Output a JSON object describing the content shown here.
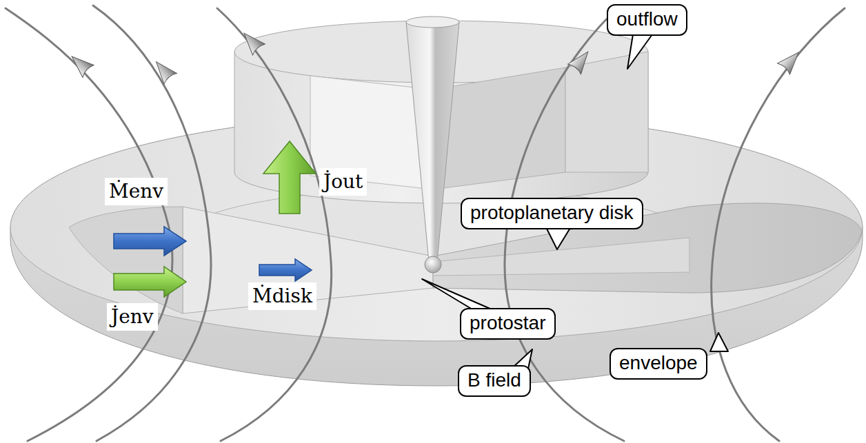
{
  "diagram": {
    "nodes": [
      {
        "text": [
          "outflow"
        ]
      },
      {
        "text": [
          "protoplanetary disk"
        ]
      },
      {
        "text": [
          "protostar"
        ]
      },
      {
        "text": [
          "B field"
        ]
      },
      {
        "text": [
          "envelope"
        ]
      }
    ],
    "labels": [
      "J̇out",
      "Ṁenv",
      "Ṁdisk",
      "J̇env"
    ]
  }
}
